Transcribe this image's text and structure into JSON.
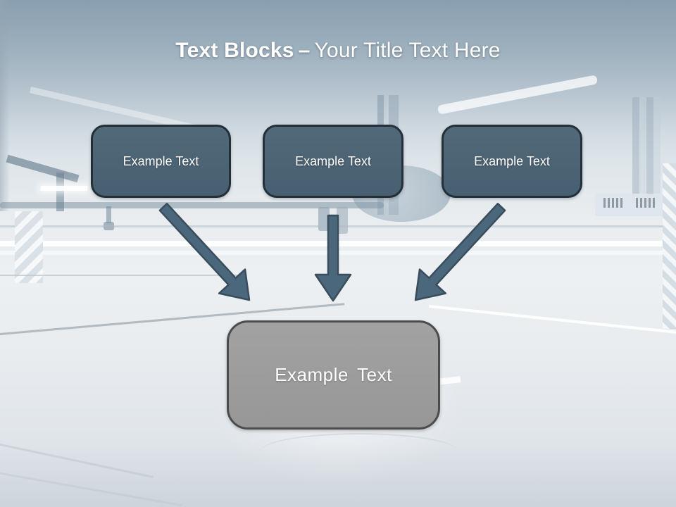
{
  "slide": {
    "title": {
      "bold": "Text Blocks",
      "separator": "–",
      "rest": "Your Title Text Here"
    },
    "top_boxes": [
      {
        "label": "Example Text"
      },
      {
        "label": "Example Text"
      },
      {
        "label": "Example Text"
      }
    ],
    "bottom_box": {
      "label": "Example Text"
    },
    "icons": [
      "arrow-diagonal-down-right-icon",
      "arrow-down-icon",
      "arrow-diagonal-down-left-icon"
    ],
    "colors": {
      "header_top": "#394d5d",
      "header_bottom": "#506678",
      "title_text": "#ffffff",
      "box_fill": "#4a6375",
      "box_border": "#233039",
      "box_text": "#ffffff",
      "arrow_fill": "#4a677c",
      "arrow_outline": "#3a4d5c",
      "gray_box_fill": "#9b9b9b",
      "gray_box_border": "#4c4c4c",
      "background_tint": "#e7ebee"
    }
  }
}
